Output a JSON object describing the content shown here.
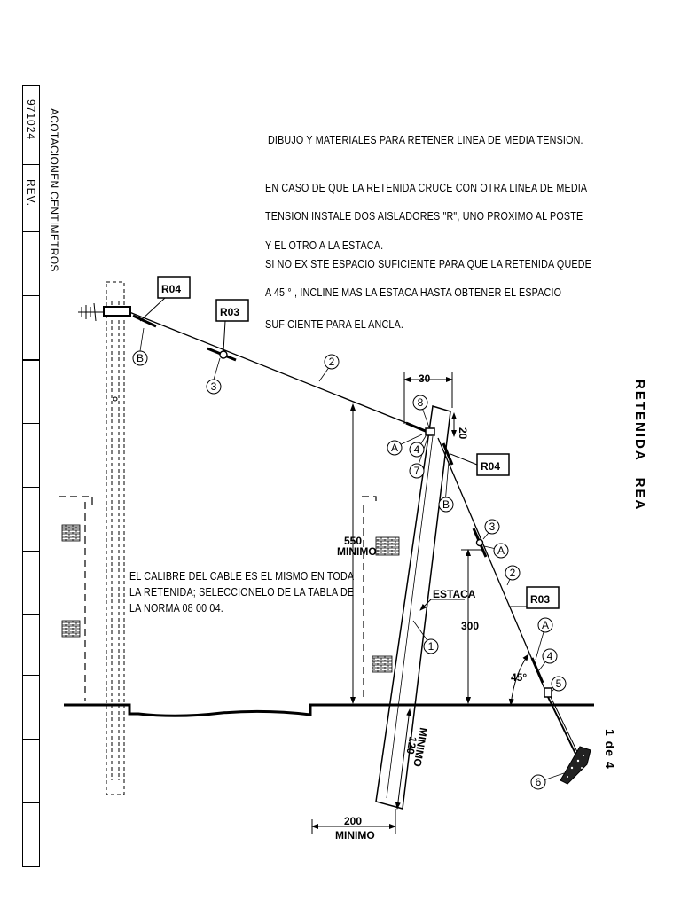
{
  "title_block": {
    "code": "971024",
    "rev": "REV.",
    "units": "ACOTACIONEN CENTIMETROS"
  },
  "side_title": "RETENIDA   REA",
  "page": "1 de 4",
  "notes": {
    "heading": "DIBUJO Y MATERIALES PARA RETENER LINEA DE MEDIA TENSION.",
    "lines": [
      "EN CASO DE QUE LA RETENIDA CRUCE CON OTRA LINEA  DE MEDIA",
      "TENSION  INSTALE DOS AISLADORES \"R\", UNO  PROXIMO  AL POSTE",
      "Y EL OTRO A LA ESTACA.",
      "SI NO EXISTE ESPACIO SUFICIENTE PARA QUE LA RETENIDA QUEDE",
      "A  45 ° ,  INCLINE  MAS LA ESTACA  HASTA  OBTENER  EL  ESPACIO",
      "SUFICIENTE PARA EL ANCLA."
    ],
    "cable": [
      "EL CALIBRE DEL CABLE ES EL MISMO EN TODA",
      "LA RETENIDA; SELECCIONELO DE LA TABLA DE",
      "LA NORMA 08 00 04."
    ]
  },
  "boxes": {
    "r04_top": "R04",
    "r03_top": "R03",
    "r04_right": "R04",
    "r03_right": "R03"
  },
  "labels": {
    "estaca": "ESTACA",
    "dim_30": "30",
    "dim_20": "20",
    "dim_550": "550",
    "dim_550_sub": "MINIMO",
    "dim_300": "300",
    "dim_120": "120",
    "dim_120_sub": "MINIMO",
    "dim_200": "200",
    "dim_200_sub": "MINIMO",
    "angle": "45°"
  },
  "callouts": {
    "b_top": "B",
    "n3_top": "3",
    "n2_top": "2",
    "n8": "8",
    "a_left": "A",
    "n4_left": "4",
    "n7": "7",
    "b_right": "B",
    "n3_right": "3",
    "a_right": "A",
    "n2_right": "2",
    "n1": "1",
    "a_low": "A",
    "n4_low": "4",
    "n5": "5",
    "n6": "6"
  }
}
